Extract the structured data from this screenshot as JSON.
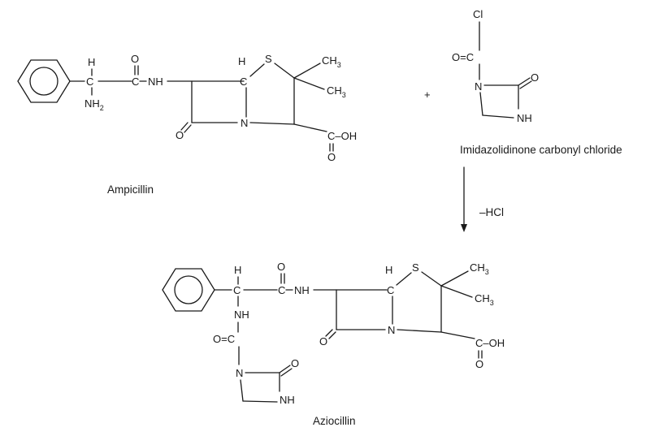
{
  "labels": {
    "ampicillin": "Ampicillin",
    "reagent": "Imidazolidinone carbonyl chloride",
    "plus": "+",
    "arrow": "–HCl",
    "product": "Aziocillin"
  },
  "atoms": {
    "H": "H",
    "C": "C",
    "O": "O",
    "N": "N",
    "S": "S",
    "Cl": "Cl",
    "NH": "NH",
    "NH2": "NH",
    "two": "2",
    "CH3": "CH",
    "three": "3",
    "COOH": "C–OH",
    "OC": "O=C",
    "dash": "–"
  }
}
